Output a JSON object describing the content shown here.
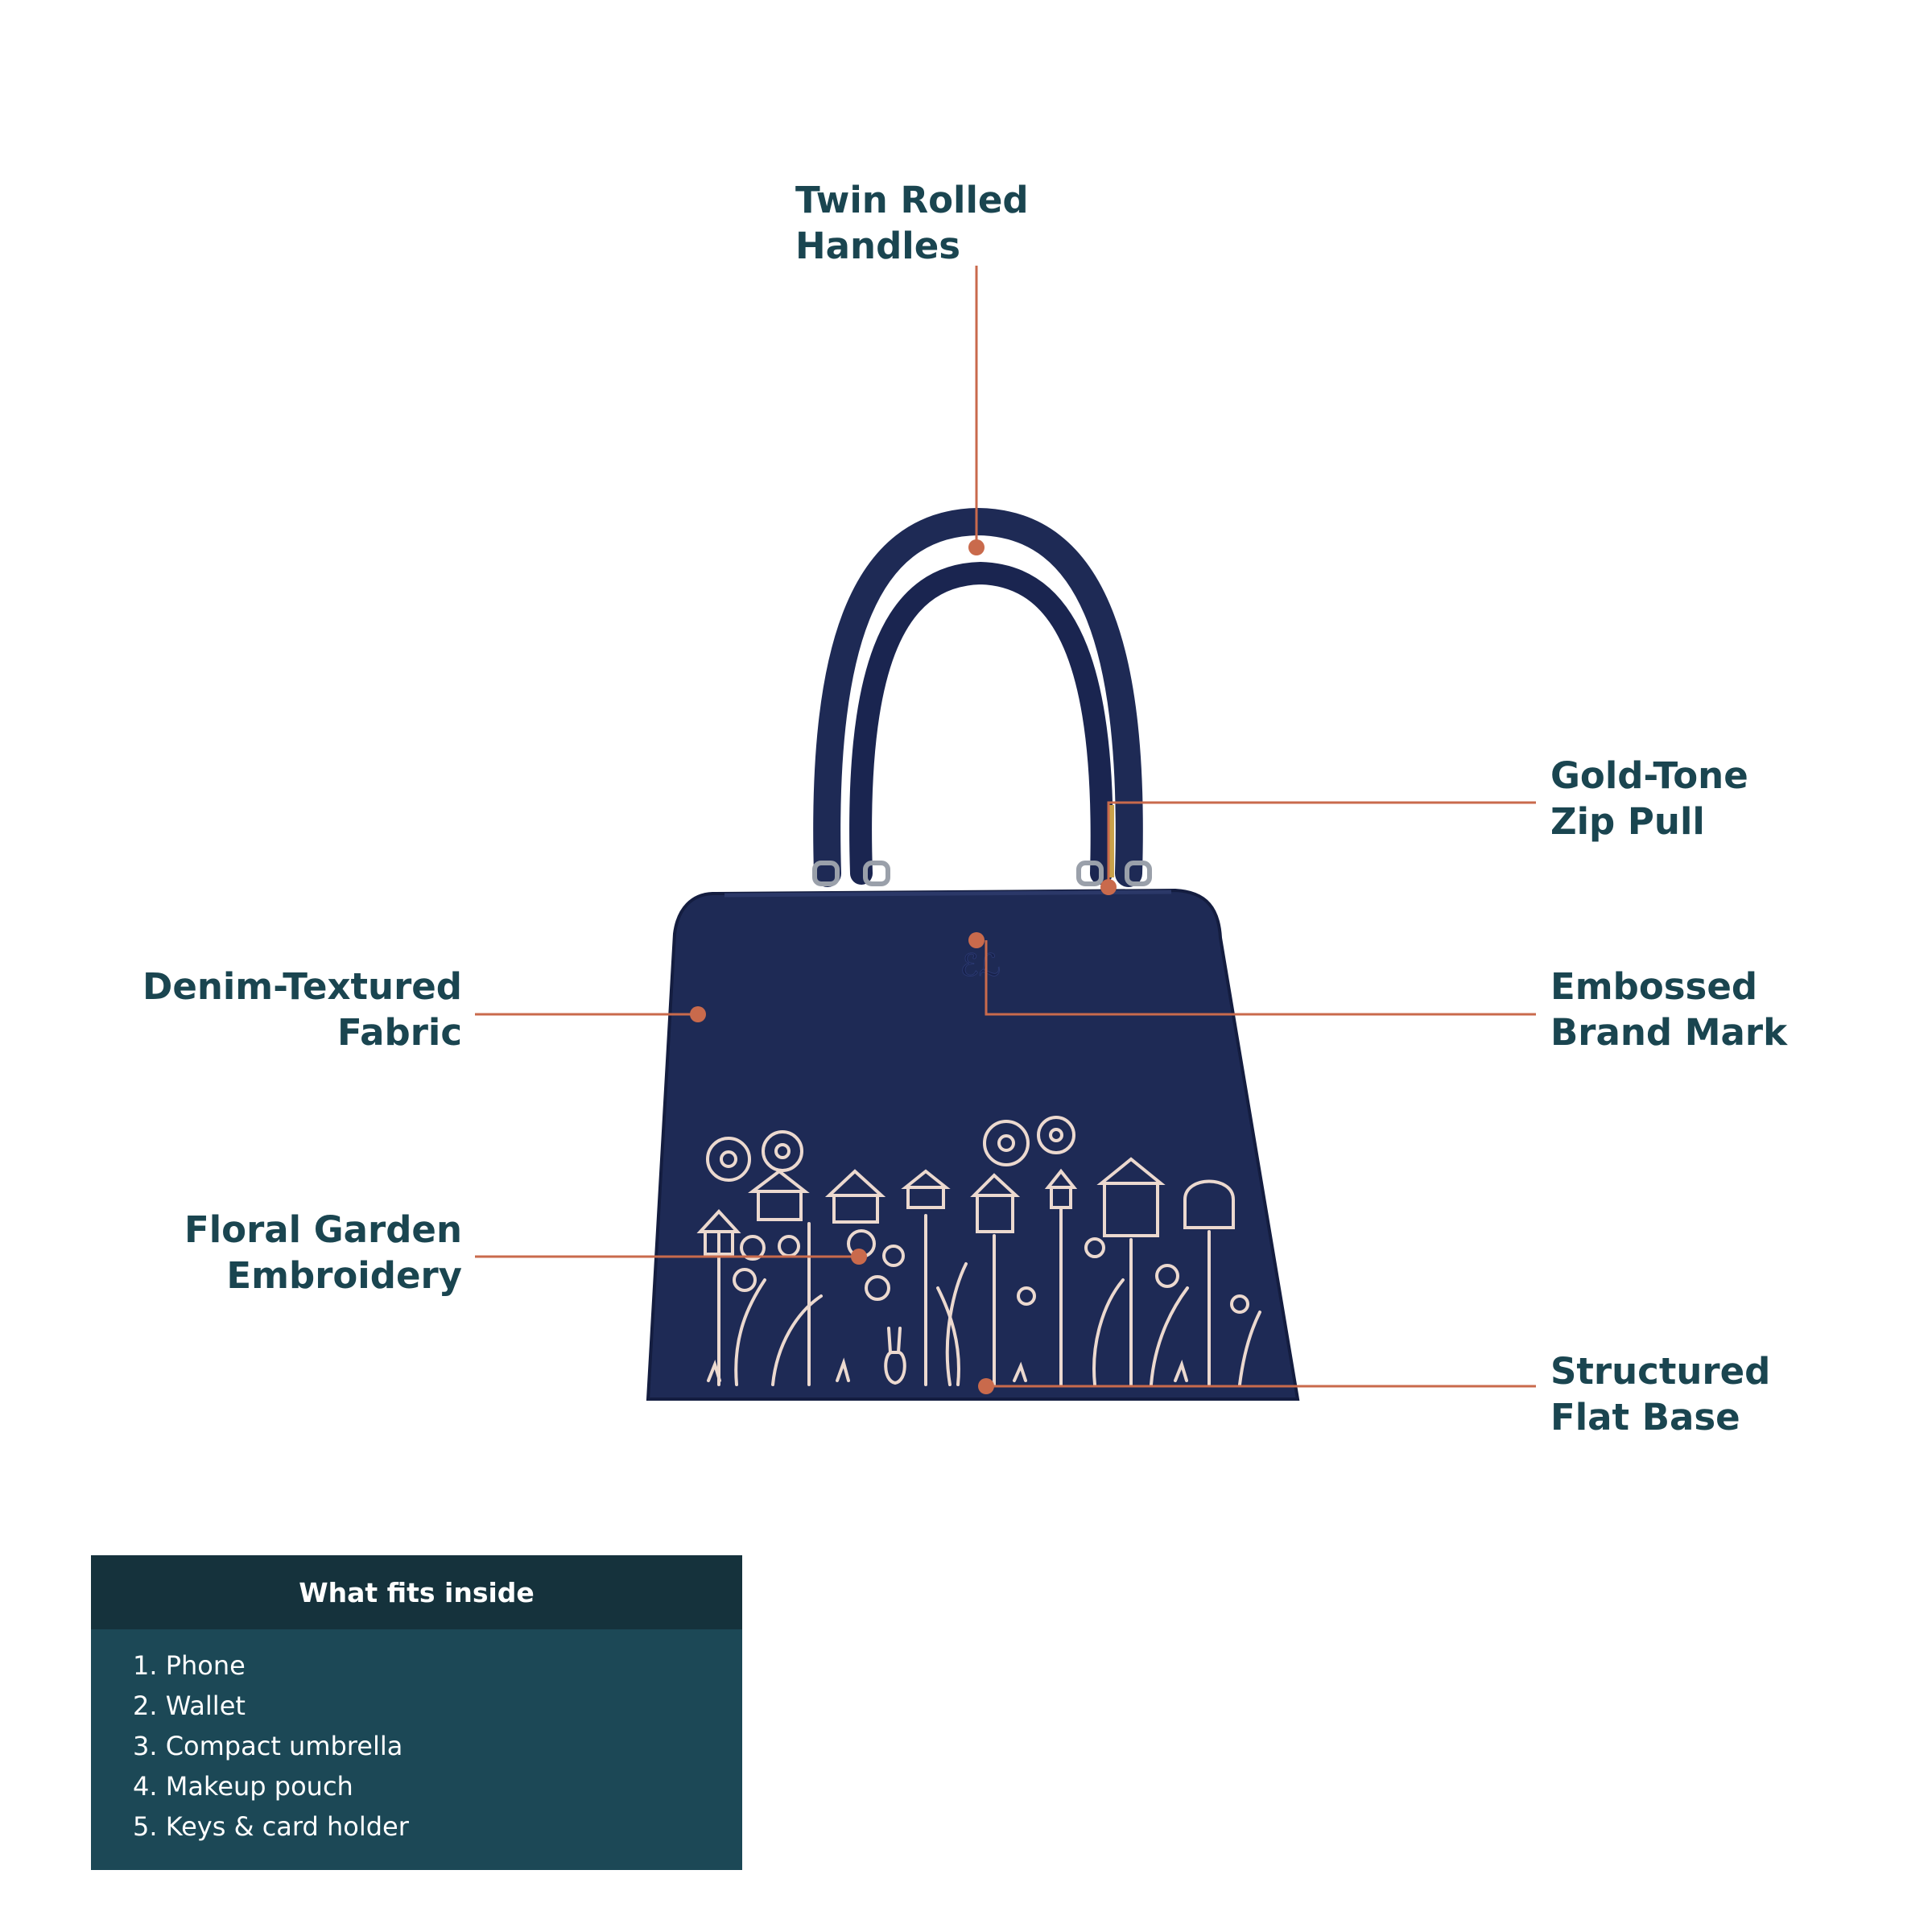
{
  "colors": {
    "label": "#1a4550",
    "leader": "#c96a4c",
    "bag": "#1e2a55",
    "bag_dark": "#141d40",
    "embroidery": "#ecd9cf",
    "box_body": "#1c4856",
    "box_header": "#15323c"
  },
  "callouts": {
    "handles": [
      "Twin Rolled Handles"
    ],
    "zip": [
      "Gold-Tone",
      "Zip Pull"
    ],
    "fabric": [
      "Denim-Textured",
      "Fabric"
    ],
    "brand": [
      "Embossed",
      "Brand Mark"
    ],
    "embroidery": [
      "Floral Garden",
      "Embroidery"
    ],
    "base": [
      "Structured",
      "Flat Base"
    ]
  },
  "fits_inside": {
    "title": "What fits inside",
    "items": [
      "1. Phone",
      "2. Wallet",
      "3. Compact umbrella",
      "4. Makeup pouch",
      "5. Keys & card holder"
    ]
  }
}
